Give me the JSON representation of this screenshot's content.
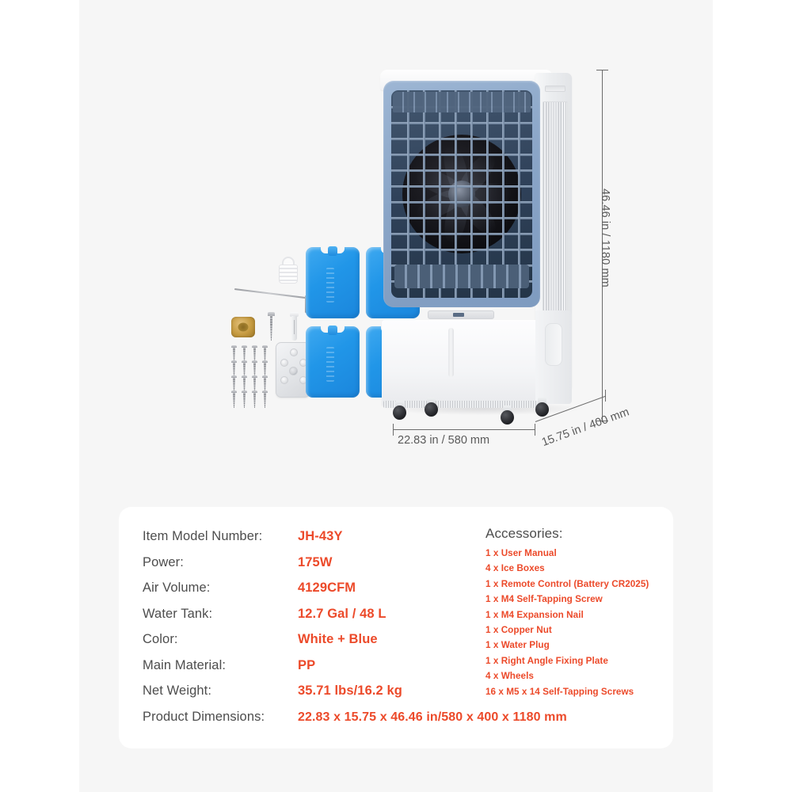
{
  "product": {
    "name": "evaporative-air-cooler",
    "colors": {
      "bezel_blue": "#8aa5c7",
      "body_white": "#f4f5f7",
      "accent_orange": "#ec4a2a",
      "label_grey": "#4d4d4d",
      "panel_bg": "#f6f6f6"
    }
  },
  "dimensions": {
    "height_label": "46.46 in  /  1180 mm",
    "width_label": "22.83 in  /  580 mm",
    "depth_label": "15.75 in  /  400 mm"
  },
  "spec_table": {
    "rows": [
      {
        "label": "Item Model Number:",
        "value": "JH-43Y"
      },
      {
        "label": "Power:",
        "value": "175W"
      },
      {
        "label": "Air Volume:",
        "value": "4129CFM"
      },
      {
        "label": "Water Tank:",
        "value": "12.7 Gal / 48 L"
      },
      {
        "label": "Color:",
        "value": "White + Blue"
      },
      {
        "label": "Main Material:",
        "value": "PP"
      },
      {
        "label": "Net Weight:",
        "value": "35.71 lbs/16.2 kg"
      },
      {
        "label": "Product Dimensions:",
        "value": "22.83 x 15.75 x 46.46 in/580 x 400 x 1180 mm"
      }
    ]
  },
  "accessories": {
    "title": "Accessories:",
    "items": [
      "1 x User Manual",
      "4 x Ice Boxes",
      "1 x Remote Control (Battery CR2025)",
      "1 x M4 Self-Tapping Screw",
      "1 x M4 Expansion Nail",
      "1 x Copper Nut",
      "1 x Water Plug",
      "1 x Right Angle Fixing Plate",
      "4 x Wheels",
      "16 x M5 x 14 Self-Tapping Screws"
    ]
  },
  "accessory_art": {
    "ice_box_count": 4,
    "mini_screw_count": 16,
    "parts": [
      "water-plug",
      "allen-key",
      "copper-nut",
      "self-tapping-screw",
      "expansion-nail",
      "remote-control",
      "ice-box"
    ]
  }
}
